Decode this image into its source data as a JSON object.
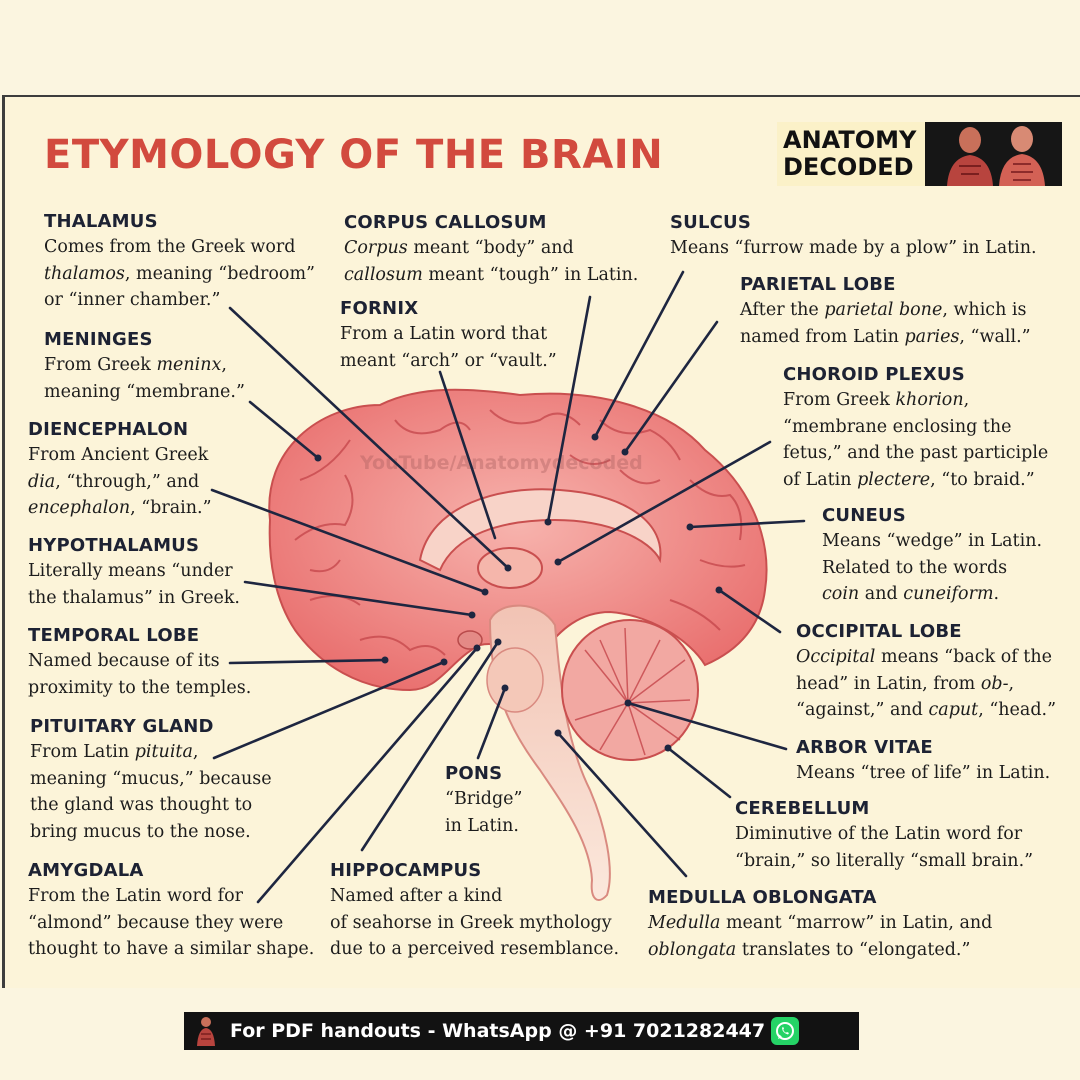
{
  "header": {
    "title": "ETYMOLOGY OF THE BRAIN",
    "brand_line1": "ANATOMY",
    "brand_line2": "DECODED"
  },
  "watermark": "YouTube/Anatomydecoded",
  "labels": {
    "thalamus": {
      "title": "THALAMUS",
      "l1": "Comes from the Greek word",
      "l2a": "thalamos",
      "l2b": ", meaning “bedroom”",
      "l3": "or “inner chamber.”"
    },
    "meninges": {
      "title": "MENINGES",
      "l1a": "From Greek ",
      "l1b": "meninx",
      "l1c": ",",
      "l2": "meaning “membrane.”"
    },
    "diencephalon": {
      "title": "DIENCEPHALON",
      "l1": "From Ancient Greek",
      "l2a": "dia",
      "l2b": ", “through,” and",
      "l3a": "encephalon",
      "l3b": ", “brain.”"
    },
    "hypothalamus": {
      "title": "HYPOTHALAMUS",
      "l1": "Literally means “under",
      "l2": "the thalamus” in Greek."
    },
    "temporal": {
      "title": "TEMPORAL LOBE",
      "l1": "Named because of its",
      "l2": "proximity to the temples."
    },
    "pituitary": {
      "title": "PITUITARY GLAND",
      "l1a": "From Latin ",
      "l1b": "pituita",
      "l1c": ",",
      "l2": "meaning “mucus,” because",
      "l3": "the gland was thought to",
      "l4": "bring mucus to the nose."
    },
    "amygdala": {
      "title": "AMYGDALA",
      "l1": "From the Latin word for",
      "l2": "“almond” because they were",
      "l3": "thought to have a similar shape."
    },
    "corpus": {
      "title": "CORPUS CALLOSUM",
      "l1a": "Corpus",
      "l1b": " meant “body” and",
      "l2a": "callosum",
      "l2b": " meant “tough” in Latin."
    },
    "fornix": {
      "title": "FORNIX",
      "l1": "From a Latin word that",
      "l2": "meant “arch” or “vault.”"
    },
    "sulcus": {
      "title": "SULCUS",
      "l1": "Means “furrow made by a plow” in Latin."
    },
    "parietal": {
      "title": "PARIETAL LOBE",
      "l1a": "After the ",
      "l1b": "parietal bone",
      "l1c": ", which is",
      "l2a": "named from Latin ",
      "l2b": "paries",
      "l2c": ", “wall.”"
    },
    "choroid": {
      "title": "CHOROID PLEXUS",
      "l1a": "From Greek ",
      "l1b": "khorion",
      "l1c": ",",
      "l2": "“membrane enclosing the",
      "l3": "fetus,” and the past participle",
      "l4a": "of Latin ",
      "l4b": "plectere",
      "l4c": ", “to braid.”"
    },
    "cuneus": {
      "title": "CUNEUS",
      "l1": "Means “wedge” in Latin.",
      "l2": "Related to the words",
      "l3a": "coin",
      "l3b": " and ",
      "l3c": "cuneiform",
      "l3d": "."
    },
    "occipital": {
      "title": "OCCIPITAL LOBE",
      "l1a": "Occipital",
      "l1b": " means “back of the",
      "l2a": "head” in Latin, from ",
      "l2b": "ob-",
      "l2c": ",",
      "l3a": "“against,” and ",
      "l3b": "caput",
      "l3c": ", “head.”"
    },
    "arbor": {
      "title": "ARBOR VITAE",
      "l1": "Means “tree of life” in Latin."
    },
    "cerebellum": {
      "title": "CEREBELLUM",
      "l1": "Diminutive of the Latin word for",
      "l2": "“brain,” so literally “small brain.”"
    },
    "pons": {
      "title": "PONS",
      "l1": "“Bridge”",
      "l2": "in Latin."
    },
    "hippocampus": {
      "title": "HIPPOCAMPUS",
      "l1": "Named after a kind",
      "l2": "of seahorse in Greek mythology",
      "l3": "due to a perceived resemblance."
    },
    "medulla": {
      "title": "MEDULLA OBLONGATA",
      "l1a": "Medulla",
      "l1b": " meant “marrow” in Latin, and",
      "l2a": "oblongata",
      "l2b": " translates to “elongated.”"
    }
  },
  "footer": {
    "text": "For PDF handouts - WhatsApp @ +91 7021282447"
  },
  "colors": {
    "title": "#d24a3e",
    "brain": "#f08f8f",
    "leader": "#1e2640",
    "whatsapp": "#25d366"
  }
}
